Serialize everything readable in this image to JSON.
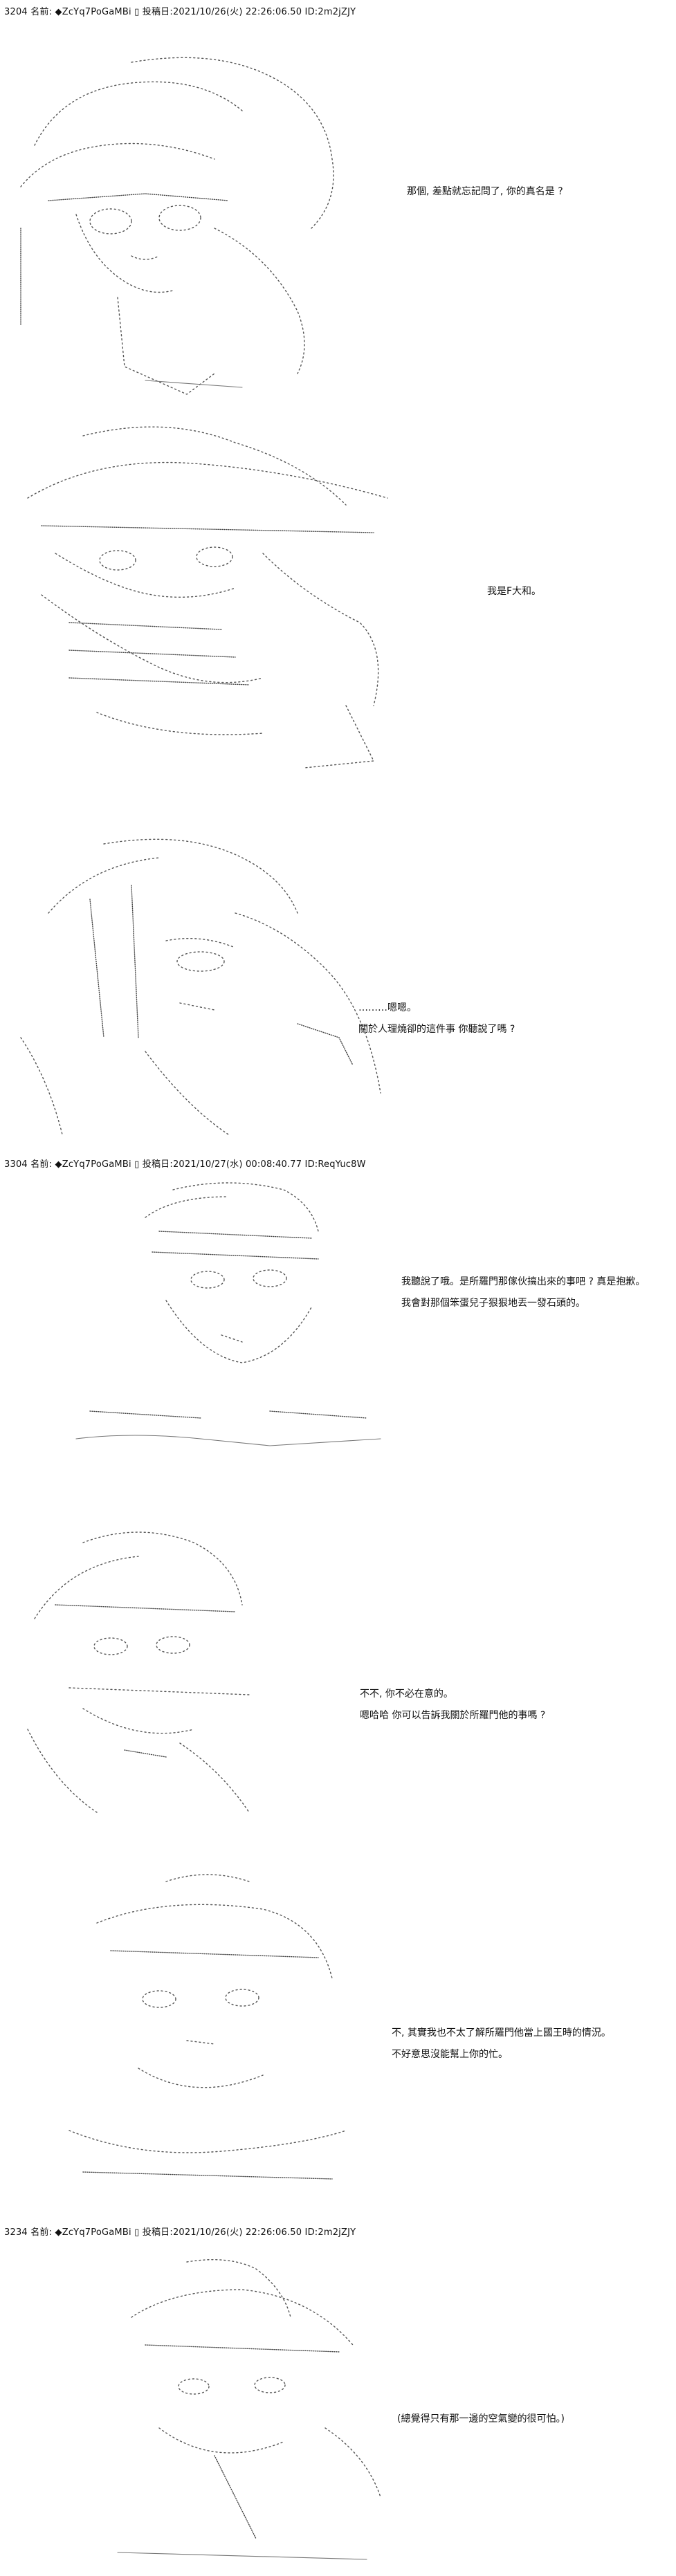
{
  "posts": [
    {
      "header": "3204 名前:  ◆ZcYq7PoGaMBi  ▯  投稿日:2021/10/26(火) 22:26:06.50  ID:2m2jZJY",
      "panels": [
        {
          "art_icon": "character-art-icon",
          "lines": [
            "那個, 差點就忘記問了, 你的真名是 ?"
          ]
        },
        {
          "art_icon": "character-art-icon",
          "lines": [
            "我是F大和。"
          ]
        },
        {
          "art_icon": "character-art-icon",
          "lines": [
            "………嗯嗯。",
            "關於人理燒卻的這件事  你聽說了嗎 ?"
          ]
        }
      ]
    },
    {
      "header": "3304 名前:  ◆ZcYq7PoGaMBi  ▯  投稿日:2021/10/27(水) 00:08:40.77  ID:ReqYuc8W",
      "panels": [
        {
          "art_icon": "character-art-icon",
          "lines": [
            "我聽說了哦。是所羅門那傢伙搞出來的事吧 ? 真是抱歉。",
            "我會對那個笨蛋兒子狠狠地丟一發石頭的。"
          ]
        },
        {
          "art_icon": "character-art-icon",
          "lines": [
            "不不, 你不必在意的。",
            "嗯哈哈  你可以告訴我關於所羅門他的事嗎 ?"
          ]
        },
        {
          "art_icon": "character-art-icon",
          "lines": [
            "不, 其實我也不太了解所羅門他當上國王時的情況。",
            "不好意思沒能幫上你的忙。"
          ]
        }
      ]
    },
    {
      "header": "3234 名前:  ◆ZcYq7PoGaMBi  ▯  投稿日:2021/10/26(火) 22:26:06.50  ID:2m2jZJY",
      "panels": [
        {
          "art_icon": "character-art-icon",
          "lines": [
            "(總覺得只有那一邊的空氣變的很可怕。)"
          ]
        }
      ]
    }
  ]
}
